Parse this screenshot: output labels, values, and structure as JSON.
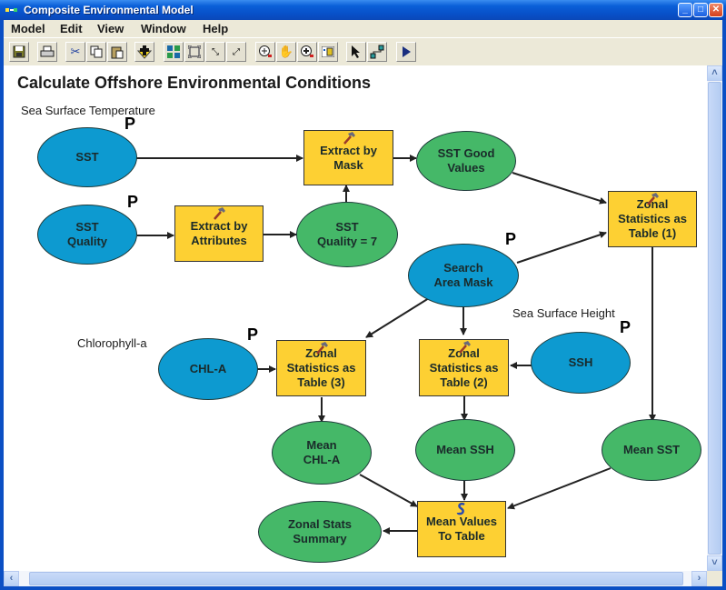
{
  "window": {
    "title": "Composite Environmental Model",
    "controls": [
      "minimize",
      "maximize",
      "close"
    ]
  },
  "menubar": {
    "items": [
      "Model",
      "Edit",
      "View",
      "Window",
      "Help"
    ]
  },
  "toolbar": {
    "buttons": [
      {
        "name": "save",
        "icon": "floppy-disk-icon"
      },
      {
        "name": "print",
        "icon": "printer-icon"
      },
      {
        "name": "cut",
        "icon": "scissors-icon"
      },
      {
        "name": "copy",
        "icon": "copy-icon"
      },
      {
        "name": "paste",
        "icon": "clipboard-icon"
      },
      {
        "name": "add-data",
        "icon": "add-data-icon"
      },
      {
        "name": "auto-layout",
        "icon": "auto-layout-icon"
      },
      {
        "name": "full-extent",
        "icon": "full-extent-icon"
      },
      {
        "name": "zoom-in-fixed",
        "icon": "zoom-in-fixed-icon"
      },
      {
        "name": "zoom-out-fixed",
        "icon": "zoom-out-fixed-icon"
      },
      {
        "name": "zoom-in",
        "icon": "zoom-in-icon"
      },
      {
        "name": "pan",
        "icon": "hand-icon"
      },
      {
        "name": "zoom-out",
        "icon": "zoom-out-icon"
      },
      {
        "name": "overview",
        "icon": "overview-icon"
      },
      {
        "name": "select",
        "icon": "arrow-pointer-icon"
      },
      {
        "name": "add-connection",
        "icon": "connect-icon"
      },
      {
        "name": "run",
        "icon": "play-icon"
      }
    ]
  },
  "model": {
    "title": "Calculate Offshore Environmental Conditions",
    "group_labels": {
      "sst": "Sea Surface Temperature",
      "chl": "Chlorophyll-a",
      "ssh": "Sea Surface Height"
    },
    "parameter_marker": "P",
    "nodes": {
      "sst": "SST",
      "sst_quality": "SST\nQuality",
      "extract_by_attributes": "Extract by\nAttributes",
      "sst_quality_7": "SST\nQuality = 7",
      "extract_by_mask": "Extract by\nMask",
      "sst_good_values": "SST Good\nValues",
      "zonal1": "Zonal\nStatistics as\nTable (1)",
      "search_area_mask": "Search\nArea  Mask",
      "chl_a": "CHL-A",
      "zonal3": "Zonal\nStatistics as\nTable (3)",
      "zonal2": "Zonal\nStatistics as\nTable (2)",
      "ssh": "SSH",
      "mean_chl_a": "Mean\nCHL-A",
      "mean_ssh": "Mean SSH",
      "mean_sst": "Mean SST",
      "mean_values_to_table": "Mean Values\nTo Table",
      "zonal_stats_summary": "Zonal Stats\nSummary"
    }
  },
  "colors": {
    "input_data": "#0d9ad0",
    "derived_data": "#45b868",
    "tool": "#fdd033"
  }
}
